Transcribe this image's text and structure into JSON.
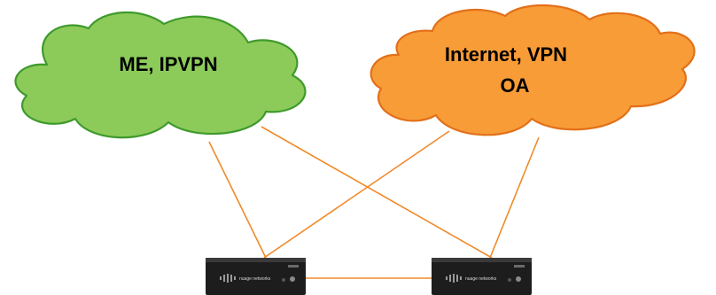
{
  "clouds": [
    {
      "id": "left",
      "label_lines": [
        "ME, IPVPN"
      ],
      "fill": "#8ccb5a",
      "stroke": "#3f9a2c"
    },
    {
      "id": "right",
      "label_lines": [
        "Internet, VPN",
        "OA"
      ],
      "fill": "#f89c38",
      "stroke": "#e2701a"
    }
  ],
  "devices": [
    {
      "id": "left",
      "brand": "nuage networks"
    },
    {
      "id": "right",
      "brand": "nuage networks"
    }
  ],
  "links": [
    {
      "from": "cloud-left",
      "to": "device-left"
    },
    {
      "from": "cloud-left",
      "to": "device-right"
    },
    {
      "from": "cloud-right",
      "to": "device-left"
    },
    {
      "from": "cloud-right",
      "to": "device-right"
    },
    {
      "from": "device-left",
      "to": "device-right"
    }
  ],
  "colors": {
    "link": "#f08a2a",
    "device_body": "#1d1d1d"
  },
  "icons": [
    "cloud",
    "router-appliance"
  ]
}
